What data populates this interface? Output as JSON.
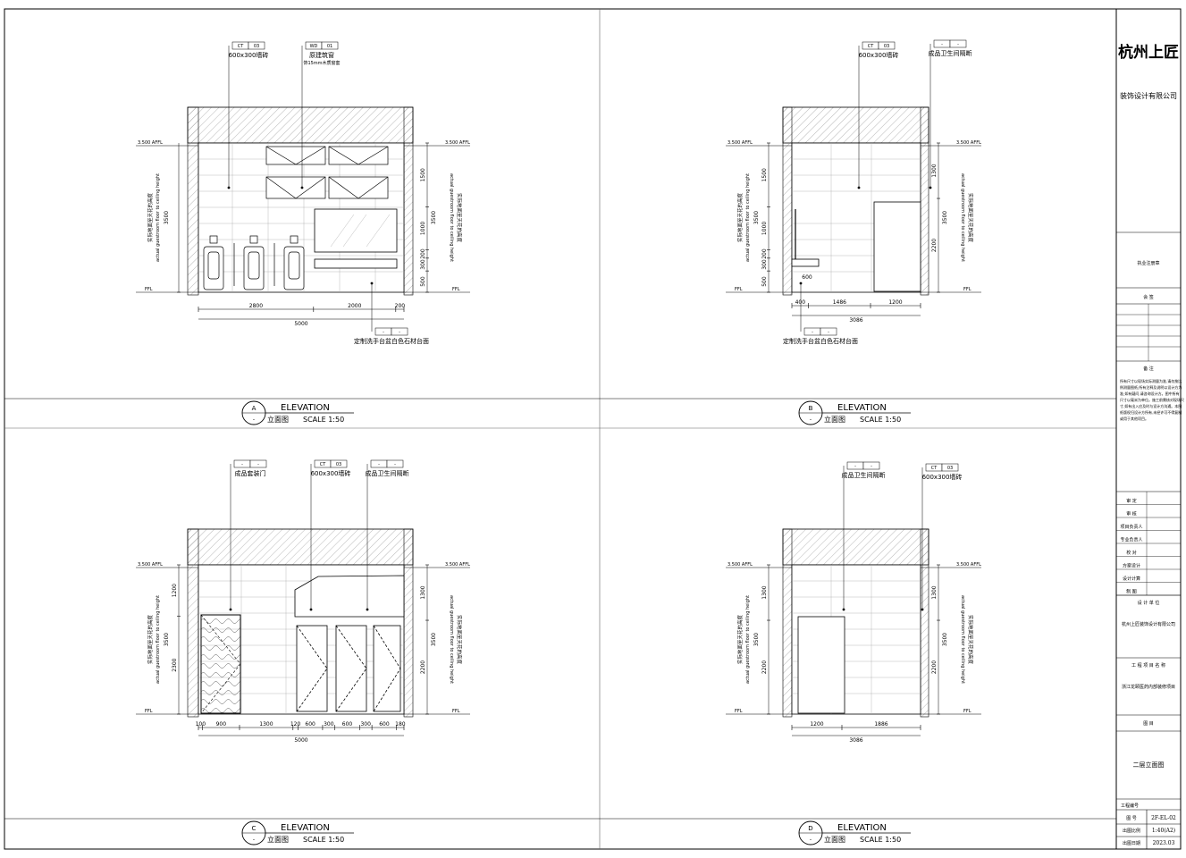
{
  "elevation_word": "ELEVATION",
  "scale_text": "SCALE 1:50",
  "panel_caption_cn": "立面图",
  "panel_sub": "-",
  "level_top": "3.500 AFFL",
  "level_bottom": "FFL",
  "vertical_label_cn": "实际地面至天花的高度",
  "vertical_label_en": "actual guestroom floor to ceiling height",
  "tag_dash": "-",
  "panels": [
    {
      "letter": "A",
      "callouts": [
        {
          "code": "CT",
          "num": "03",
          "text": "600x300墙砖",
          "sub": ""
        },
        {
          "code": "WD",
          "num": "01",
          "text": "原建筑窗",
          "sub": "饰15mm木质窗套"
        },
        {
          "code": "-",
          "num": "-",
          "text": "定制洗手台盆白色石材台面",
          "sub": ""
        }
      ],
      "left_dims": [
        "3500"
      ],
      "right_dims": [
        "1500",
        "1000",
        "200",
        "300",
        "500",
        "3500"
      ],
      "bottom_dims": [
        "2800",
        "2000",
        "200"
      ],
      "total_dim": "5000"
    },
    {
      "letter": "B",
      "callouts": [
        {
          "code": "CT",
          "num": "03",
          "text": "600x300墙砖",
          "sub": ""
        },
        {
          "code": "-",
          "num": "-",
          "text": "成品卫生间隔断",
          "sub": ""
        },
        {
          "code": "-",
          "num": "-",
          "text": "定制洗手台盆白色石材台面",
          "sub": ""
        }
      ],
      "left_dims": [
        "1500",
        "1000",
        "200",
        "300",
        "500",
        "3500"
      ],
      "right_dims": [
        "1300",
        "2200",
        "3500"
      ],
      "bottom_dims": [
        "400",
        "1486",
        "1200"
      ],
      "total_dim": "3086",
      "extra_dim": "600"
    },
    {
      "letter": "C",
      "callouts": [
        {
          "code": "-",
          "num": "-",
          "text": "成品套装门",
          "sub": ""
        },
        {
          "code": "CT",
          "num": "03",
          "text": "600x300墙砖",
          "sub": ""
        },
        {
          "code": "-",
          "num": "-",
          "text": "成品卫生间隔断",
          "sub": ""
        }
      ],
      "left_dims": [
        "1200",
        "2300",
        "3500"
      ],
      "right_dims": [
        "1300",
        "2200",
        "3500"
      ],
      "bottom_dims": [
        "100",
        "900",
        "1300",
        "120",
        "600",
        "300",
        "600",
        "300",
        "600",
        "180"
      ],
      "total_dim": "5000"
    },
    {
      "letter": "D",
      "callouts": [
        {
          "code": "-",
          "num": "-",
          "text": "成品卫生间隔断",
          "sub": ""
        },
        {
          "code": "CT",
          "num": "03",
          "text": "600x300墙砖",
          "sub": ""
        }
      ],
      "left_dims": [
        "1300",
        "2200",
        "3500"
      ],
      "right_dims": [
        "1300",
        "2200",
        "3500"
      ],
      "bottom_dims": [
        "1200",
        "1886"
      ],
      "total_dim": "3086"
    }
  ],
  "titleblock": {
    "company": "杭州上匠",
    "company_sub": "装饰设计有限公司",
    "seal": "执业注册章",
    "sign": "会  签",
    "notes_title": "备  注",
    "notes_body": "所有尺寸以现场实际测量为准,请勿按比例测量图纸;所有注释及说明以设计方为准;如有疑问,请咨询设计方。图中所有尺寸以毫米为单位。施工前需核对现场尺寸,如有出入应及时与设计方沟通。本图纸版权归设计方所有,未经许可不得复制或用于其他项目。",
    "roles": [
      "审  定",
      "审  核",
      "项目负责人",
      "专业负责人",
      "校  对",
      "方案设计",
      "设计计算",
      "制  图"
    ],
    "design_unit_label": "设 计 单 位",
    "design_unit": "杭州上匠装饰设计有限公司",
    "project_label": "工 程 项 目 名 称",
    "project": "浙江龙颐医药内部装修项目",
    "drawing_label": "图    目",
    "drawing": "二层立面图",
    "project_no_label": "工程编号",
    "rows": [
      {
        "k": "图  号",
        "v": "2F-EL-02"
      },
      {
        "k": "出图比例",
        "v": "1:40(A2)"
      },
      {
        "k": "出图日期",
        "v": "2023.03"
      }
    ]
  }
}
